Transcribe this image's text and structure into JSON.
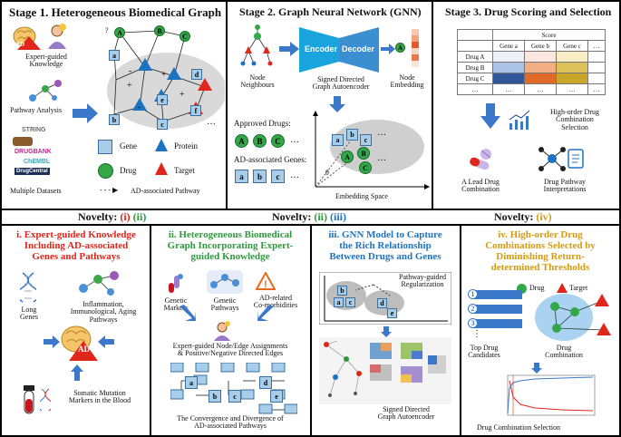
{
  "stage1": {
    "title": "Stage 1. Heterogeneous Biomedical Graph",
    "expert_label": "Expert-guided\nKnowledge",
    "ad_badge": "AD",
    "pathway_label": "Pathway Analysis",
    "db_string": "STRING",
    "db_drugbank": "DRUGBANK",
    "db_chembl": "ChEMBL",
    "db_drugcentral": "DrugCentral",
    "datasets_label": "Multiple Datasets",
    "legend": {
      "gene": "Gene",
      "protein": "Protein",
      "drug": "Drug",
      "target": "Target",
      "pathway": "AD-associated Pathway"
    },
    "node_letters": [
      "a",
      "b",
      "c",
      "d",
      "e",
      "f",
      "A",
      "B",
      "C"
    ],
    "signs": [
      "+",
      "-",
      "?"
    ]
  },
  "stage2": {
    "title": "Stage 2. Graph Neural Network (GNN)",
    "encoder": "Encoder",
    "decoder": "Decoder",
    "neighbours_label": "Node\nNeighbours",
    "autoencoder_label": "Signed Directed\nGraph Autoencoder",
    "embedding_label": "Node\nEmbedding",
    "approved_label": "Approved Drugs:",
    "approved": [
      "A",
      "B",
      "C"
    ],
    "ad_genes_label": "AD-associated Genes:",
    "ad_genes": [
      "a",
      "b",
      "c"
    ],
    "ellipsis": "…",
    "theta": "θ",
    "space_label": "Embedding Space"
  },
  "stage3": {
    "title": "Stage 3. Drug Scoring and Selection",
    "table": {
      "score_header": "Score",
      "cols": [
        "Gene a",
        "Gene b",
        "Gene c",
        "…"
      ],
      "rows": [
        "Drug A",
        "Drug B",
        "Drug C",
        "…"
      ],
      "colors": [
        [
          "#eef0fa",
          "#fbe7dd",
          "#f7ecc4"
        ],
        [
          "#a9c2e6",
          "#f1ae85",
          "#ddc25b"
        ],
        [
          "#2f579a",
          "#e06a27",
          "#c8a629"
        ]
      ]
    },
    "high_order_label": "High-order Drug\nCombination\nSelection",
    "lead_label": "A Lead Drug\nCombination",
    "interp_label": "Drug Pathway\nInterpretations"
  },
  "novelty": {
    "n1_prefix": "Novelty: ",
    "n1_i": "(i)",
    "n1_ii": "(ii)",
    "n2_prefix": "Novelty: ",
    "n2_ii": "(ii)",
    "n2_iii": "(iii)",
    "n3_prefix": "Novelty: ",
    "n3_iv": "(iv)"
  },
  "panel_i": {
    "title": "i. Expert-guided Knowledge\nIncluding AD-associated\nGenes and Pathways",
    "long_genes": "Long\nGenes",
    "inflammation": "Inflammation,\nImmunological, Aging\nPathways",
    "ad_badge": "AD",
    "somatic": "Somatic Mutation\nMarkers in the Blood"
  },
  "panel_ii": {
    "title": "ii. Heterogeneous Biomedical\nGraph Incorporating Expert-\nguided Knowledge",
    "genetic_markers": "Genetic\nMarkers",
    "genetic_pathways": "Genetic\nPathways",
    "comorbid": "AD-related\nCo-morbidities",
    "assignments": "Expert-guided Node/Edge Assignments\n& Positive/Negative Directed Edges",
    "convergence": "The Convergence and Divergence of\nAD-associated Pathways",
    "chain_letters": [
      "a",
      "b",
      "c",
      "d",
      "e"
    ]
  },
  "panel_iii": {
    "title": "iii. GNN Model to Capture\nthe Rich Relationship\nBetween Drugs and Genes",
    "regularization": "Pathway-guided\nRegularization",
    "letters": [
      "b",
      "a",
      "c",
      "d",
      "e"
    ],
    "autoenc": "Signed Directed\nGraph Autoencoder"
  },
  "panel_iv": {
    "title": "iv. High-order Drug\nCombinations Selected by\nDiminishing Return-\ndetermined Thresholds",
    "drug": "Drug",
    "target": "Target",
    "nums": [
      "1",
      "2",
      "3"
    ],
    "dots": "⋮",
    "top_candidates": "Top Drug\nCandidates",
    "drug_combination": "Drug\nCombination",
    "selection": "Drug Combination Selection"
  },
  "colors": {
    "red": "#e0251b",
    "green": "#2e9a3c",
    "blue": "#1c73c2",
    "gold": "#d39a12",
    "gene_blue": "#a8cde8",
    "drug_green": "#33a84a",
    "arrow_blue": "#3b78c9"
  }
}
